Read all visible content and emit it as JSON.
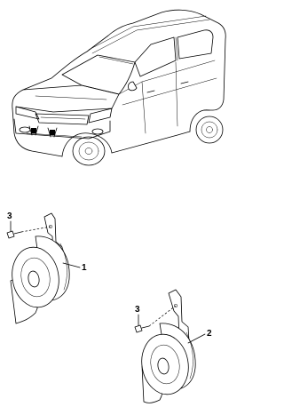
{
  "callouts": {
    "horn_1": "1",
    "horn_2": "2",
    "bolt_horn_1": "3",
    "bolt_horn_2": "3"
  }
}
